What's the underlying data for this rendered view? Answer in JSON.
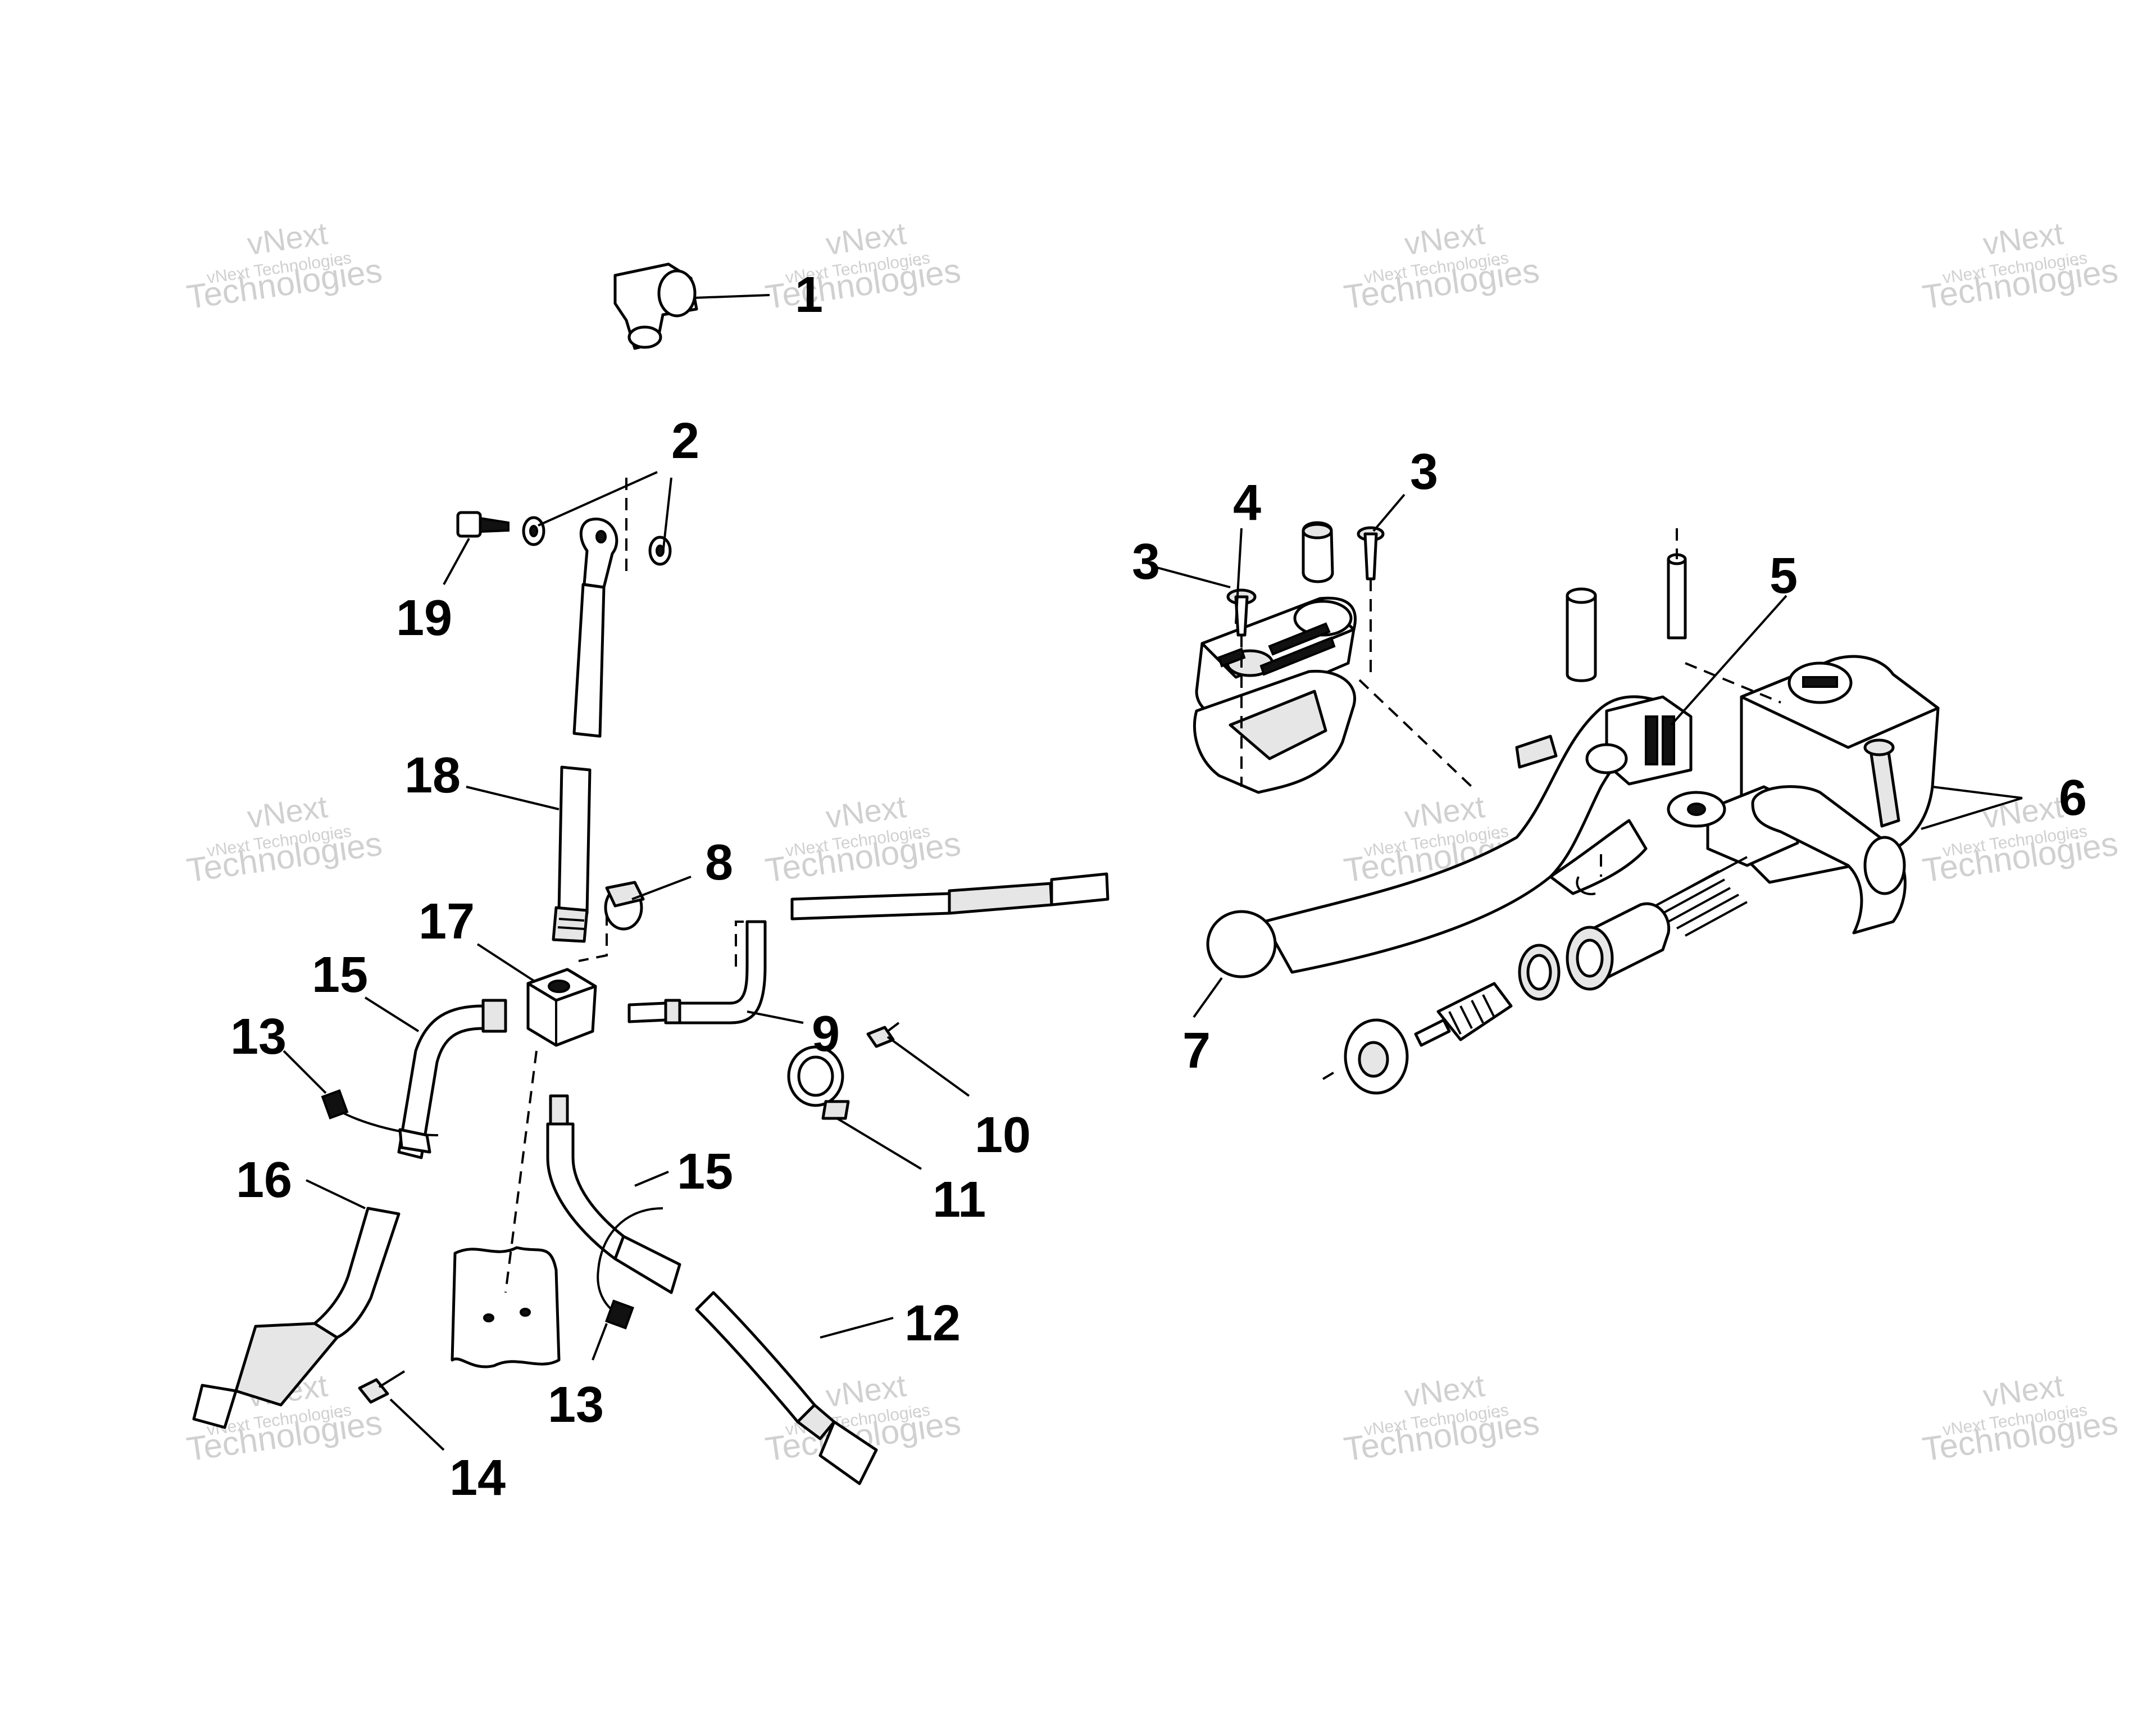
{
  "watermark": {
    "line1": "vNext",
    "line2": "vNext Technologies",
    "line3": "Technologies"
  },
  "callouts": {
    "c1": "1",
    "c2": "2",
    "c3a": "3",
    "c3b": "3",
    "c4": "4",
    "c5": "5",
    "c6": "6",
    "c7": "7",
    "c8": "8",
    "c9": "9",
    "c10": "10",
    "c11": "11",
    "c12": "12",
    "c13a": "13",
    "c13b": "13",
    "c14": "14",
    "c15a": "15",
    "c15b": "15",
    "c16": "16",
    "c17": "17",
    "c18": "18",
    "c19": "19"
  }
}
